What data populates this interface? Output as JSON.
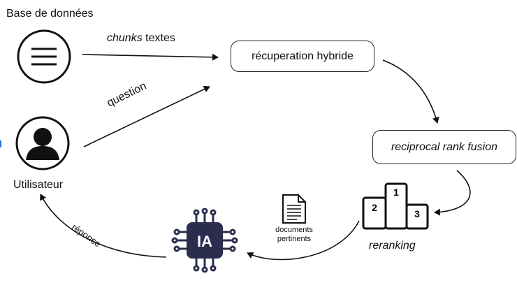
{
  "nodes": {
    "database_label": "Base de données",
    "user_label": "Utilisateur",
    "hybrid_retrieval": "récuperation hybride",
    "rrf": "reciprocal rank fusion",
    "reranking": "reranking",
    "ai_label": "IA",
    "documents_line1": "documents",
    "documents_line2": "pertinents"
  },
  "edges": {
    "chunks_em": "chunks",
    "chunks_rest": " textes",
    "question": "question",
    "reponse": "réponse"
  },
  "podium": {
    "first": "1",
    "second": "2",
    "third": "3"
  },
  "icons": [
    "list-icon",
    "user-icon",
    "document-icon",
    "podium-icon",
    "ai-chip-icon"
  ],
  "colors": {
    "ai_chip": "#2b2d4f",
    "accent": "#1a73e8",
    "stroke": "#111111"
  }
}
